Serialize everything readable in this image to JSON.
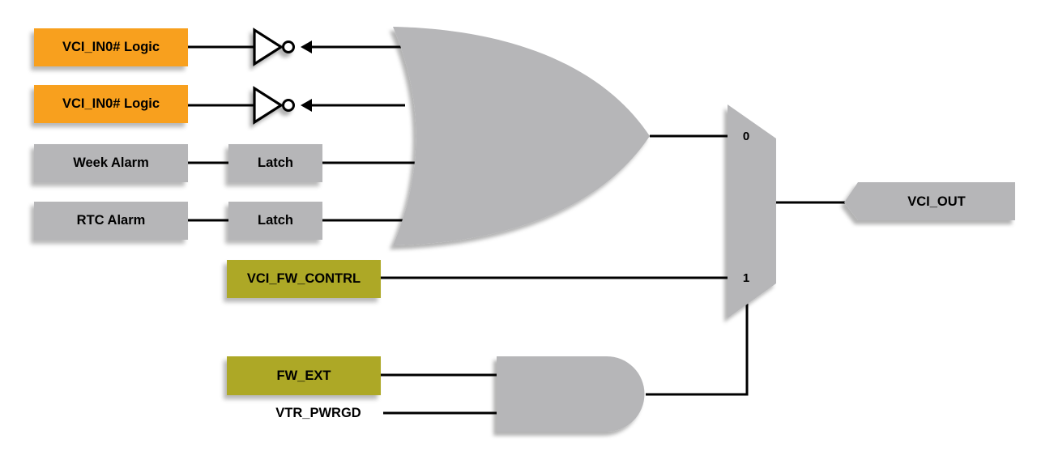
{
  "colors": {
    "orange": "#F8A01E",
    "olive": "#ADA826",
    "gray": "#B6B6B8",
    "line": "#000000",
    "text": "#000000",
    "background": "#FFFFFF"
  },
  "nodes": {
    "vci_in0_top": {
      "label": "VCI_IN0# Logic"
    },
    "vci_in0_bottom": {
      "label": "VCI_IN0# Logic"
    },
    "week_alarm": {
      "label": "Week Alarm"
    },
    "latch_week": {
      "label": "Latch"
    },
    "rtc_alarm": {
      "label": "RTC Alarm"
    },
    "latch_rtc": {
      "label": "Latch"
    },
    "vci_fw_contrl": {
      "label": "VCI_FW_CONTRL"
    },
    "fw_ext": {
      "label": "FW_EXT"
    },
    "vtr_pwrgd": {
      "label": "VTR_PWRGD"
    },
    "vci_out": {
      "label": "VCI_OUT"
    }
  },
  "mux": {
    "input0_label": "0",
    "input1_label": "1"
  },
  "icons": {
    "or_gate": "or-gate",
    "and_gate": "and-gate",
    "inverter": "not-gate-with-bubble",
    "mux": "mux-2-to-1-trapezoid",
    "output_flag": "signal-flag-pentagon"
  }
}
